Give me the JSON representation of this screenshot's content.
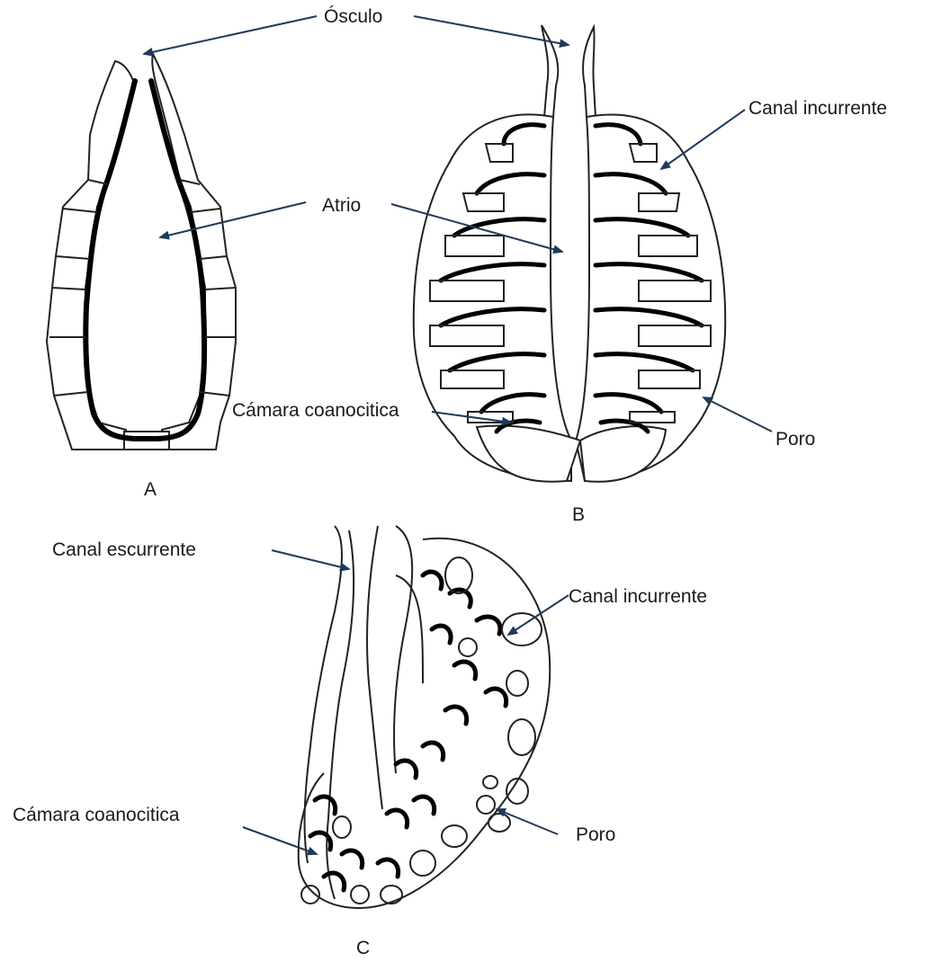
{
  "diagram": {
    "labels": {
      "osculo": "Ósculo",
      "canal_incurrente_b": "Canal incurrente",
      "atrio": "Atrio",
      "camara_b": "Cámara coanocitica",
      "poro_b": "Poro",
      "panel_a": "A",
      "panel_b": "B",
      "canal_escurrente": "Canal escurrente",
      "canal_incurrente_c": "Canal incurrente",
      "camara_c": "Cámara coanocitica",
      "poro_c": "Poro",
      "panel_c": "C"
    },
    "colors": {
      "arrow": "#1f3a5a",
      "outline": "#222222",
      "fill": "#ffffff",
      "lining": "#000000"
    }
  }
}
